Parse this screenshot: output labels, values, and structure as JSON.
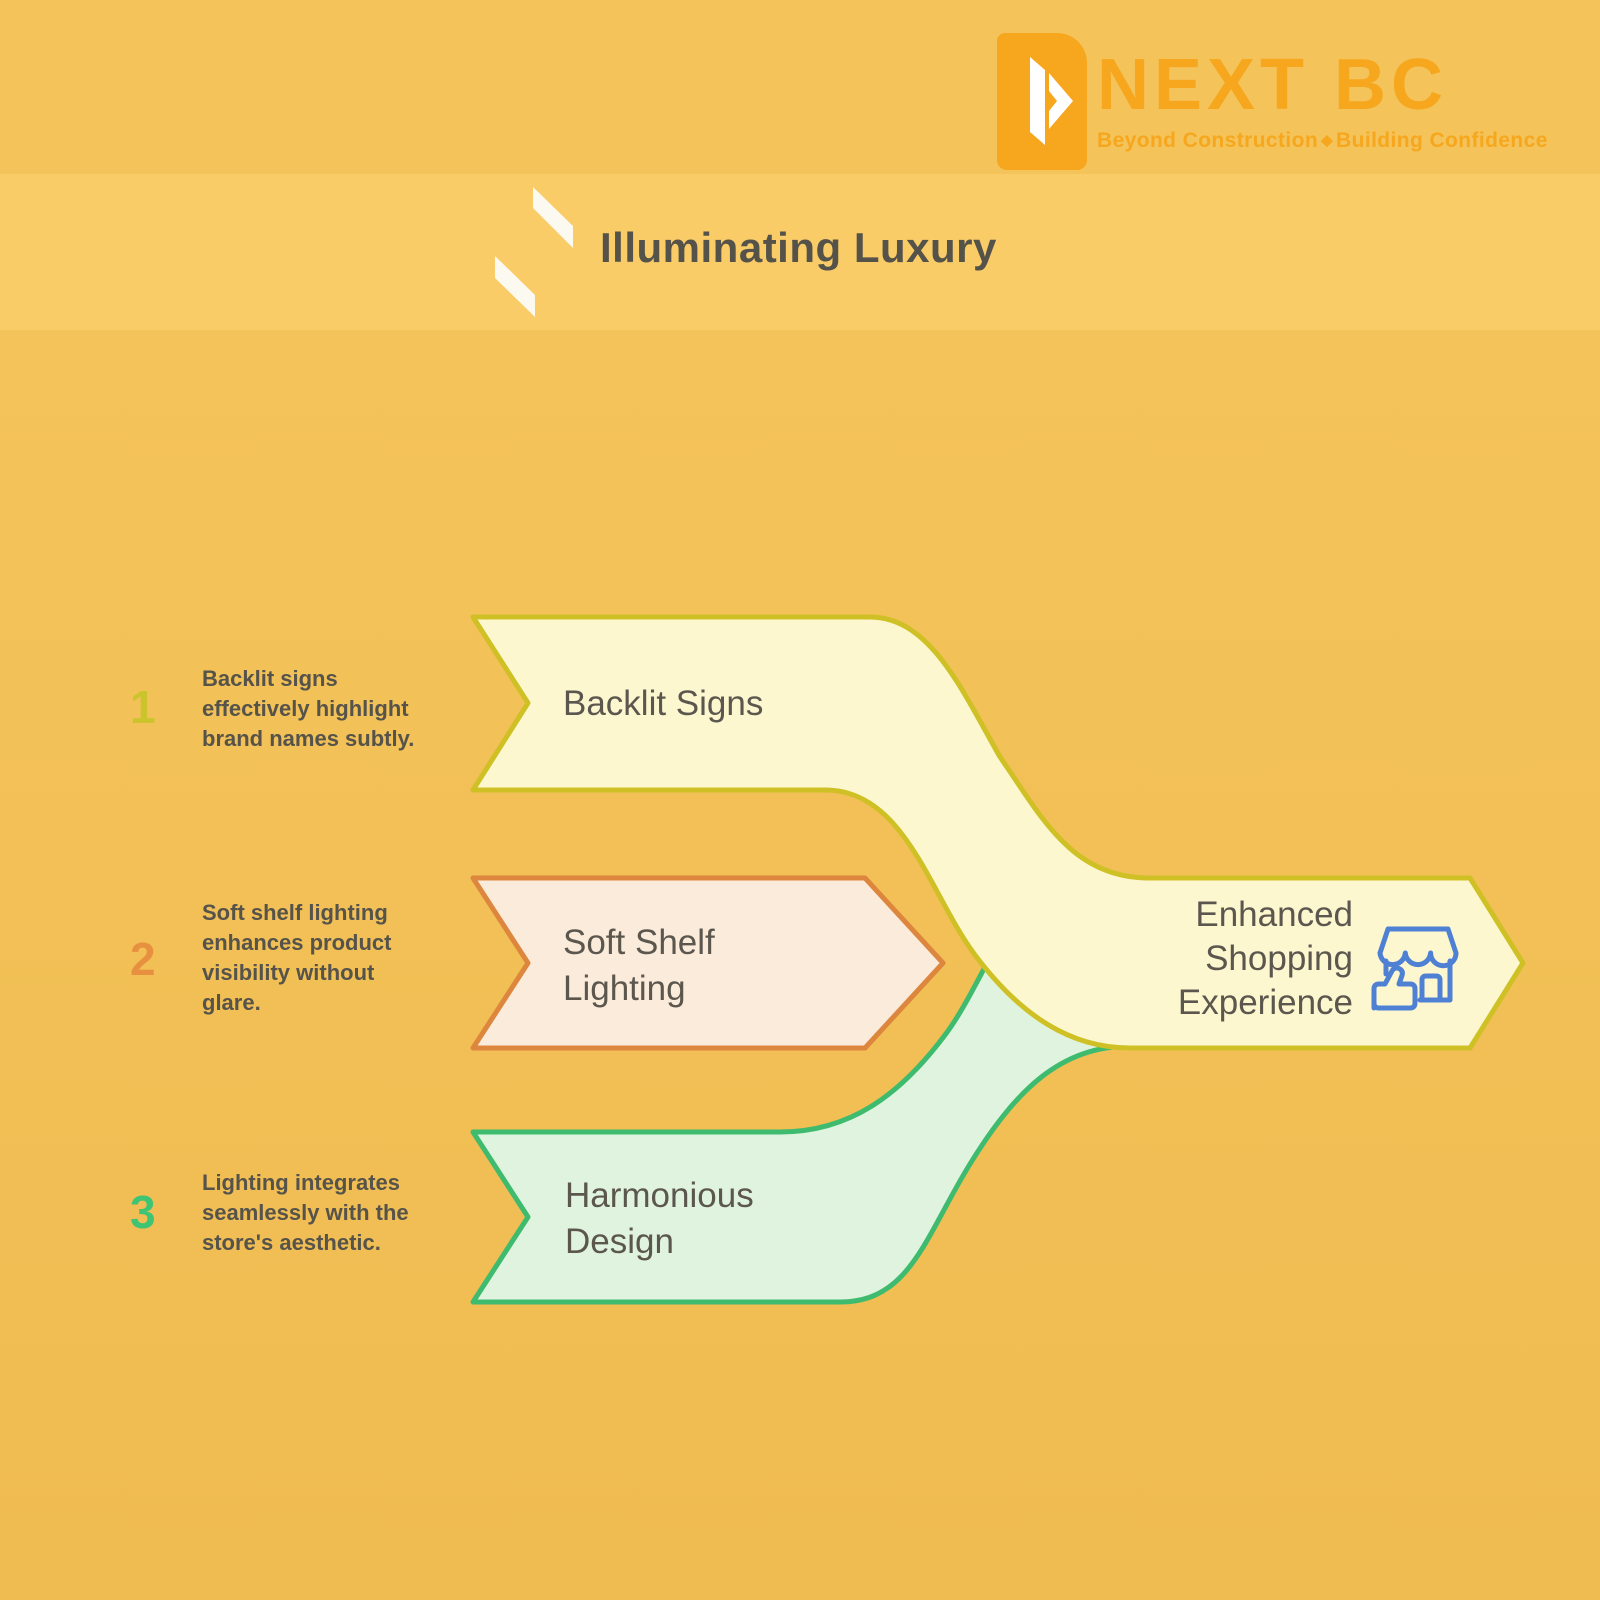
{
  "brand": {
    "name": "NEXT BC",
    "tagline_left": "Beyond Construction",
    "tagline_separator": "◆",
    "tagline_right": "Building Confidence",
    "color": "#F6A71E"
  },
  "header": {
    "title": "Illuminating Luxury",
    "band_color": "#F9CC67",
    "icon_color": "#FCFAF0"
  },
  "background": {
    "top_strip": "#F4C35A",
    "main": "#F2C056"
  },
  "steps": [
    {
      "number": "1",
      "number_color": "#CBC42D",
      "description": "Backlit signs effectively highlight brand names subtly.",
      "label": "Backlit Signs",
      "fill": "#FCF7CF",
      "border": "#CFC026"
    },
    {
      "number": "2",
      "number_color": "#E79140",
      "description": "Soft shelf lighting enhances product visibility without glare.",
      "label": "Soft Shelf Lighting",
      "fill": "#FBEBDB",
      "border": "#DD863E"
    },
    {
      "number": "3",
      "number_color": "#3FC474",
      "description": "Lighting integrates seamlessly with the store's aesthetic.",
      "label": "Harmonious Design",
      "fill": "#DFF3DF",
      "border": "#3EBB6E"
    }
  ],
  "result": {
    "label": "Enhanced Shopping Experience",
    "icon": "storefront-thumbs-up-icon",
    "icon_color": "#4E80D4"
  },
  "text_colors": {
    "title": "#55524A",
    "description": "#56534B",
    "band_label": "#5C574E"
  }
}
